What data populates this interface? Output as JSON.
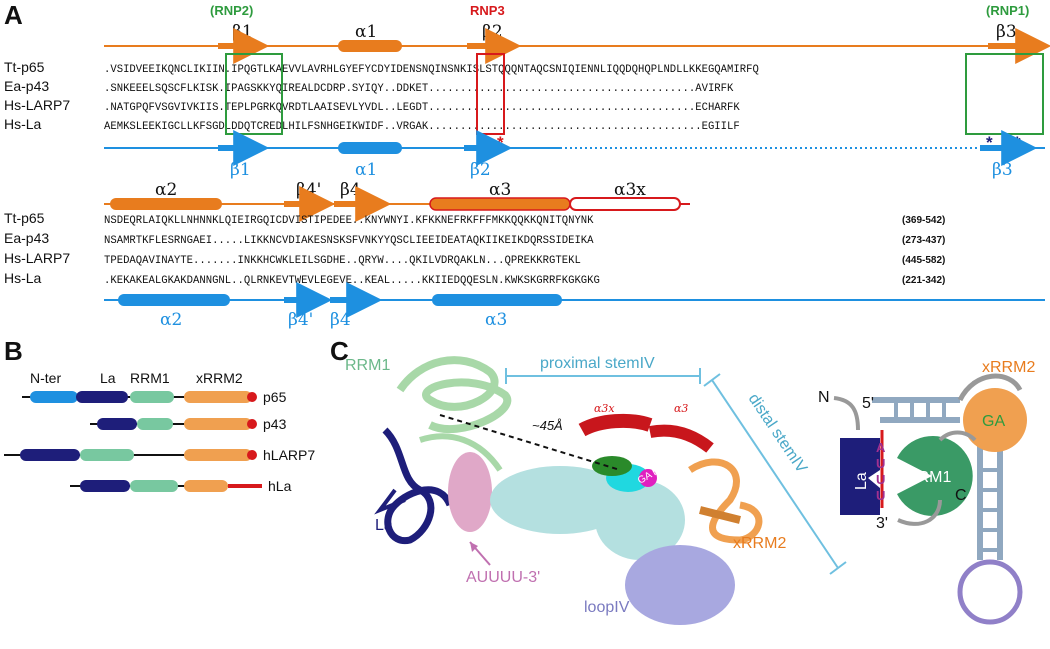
{
  "panelA": {
    "label": "A",
    "block1": {
      "sequences": [
        {
          "name": "Tt-p65",
          "seq": ".VSIDVEEIKQNCLIKIIN.IPQGTLKAEVVLAVRHLGYEFYCDYIDENSNQINSNKISLSTQQQNTAQCSNIQIENNLIQQDQHQPLNDLLKKEGQAMIRFQ"
        },
        {
          "name": "Ea-p43",
          "seq": ".SNKEEELSQSCFLKISK.IPAGSKKYQIREALDCDRP.SYIQY..DDKET..........................................AVIRFK"
        },
        {
          "name": "Hs-LARP7",
          "seq": ".NATGPQFVSGVIVKIIS.TEPLPGRKQVRDTLAAISEVLYVDL..LEGDT..........................................ECHARFK"
        },
        {
          "name": "Hs-La",
          "seq": "AEMKSLEEKIGCLLKFSGDLDDQTCREDLHILFSNHGEIKWIDF..VRGAK...........................................EGIILF"
        }
      ],
      "top_ss": [
        {
          "label": "(RNP2)",
          "color": "#2e9b3e"
        },
        {
          "label": "β1"
        },
        {
          "label": "α1"
        },
        {
          "label": "RNP3",
          "color": "#d7191c"
        },
        {
          "label": "β2"
        },
        {
          "label": "(RNP1)",
          "color": "#2e9b3e"
        },
        {
          "label": "β3"
        }
      ],
      "bottom_ss": [
        {
          "label": "β1"
        },
        {
          "label": "α1"
        },
        {
          "label": "β2"
        },
        {
          "label": "β3"
        }
      ],
      "conserved_marks": [
        "*",
        "*",
        "*",
        "*",
        "*"
      ]
    },
    "block2": {
      "sequences": [
        {
          "name": "Tt-p65",
          "seq": "NSDEQRLAIQKLLNHNNKLQIEIRGQICDVISTIPEDEE..KNYWNYI.KFKKNEFRKFFFMKKQQKKQNITQNYNK",
          "range": "(369-542)"
        },
        {
          "name": "Ea-p43",
          "seq": "NSAMRTKFLESRNGAEI.....LIKKNCVDIAKESNSKSFVNKYYQSCLIEEIDEATAQKIIKEIKDQRSSIDEIKA",
          "range": "(273-437)"
        },
        {
          "name": "Hs-LARP7",
          "seq": "TPEDAQAVINAYTE.......INKKHCWKLEILSGDHE..QRYW....QKILVDRQAKLN...QPREKKRGTEKL",
          "range": "(445-582)"
        },
        {
          "name": "Hs-La",
          "seq": ".KEKAKEALGKAKDANNGNL..QLRNKEVTWEVLEGEVE..KEAL.....KKIIEDQQESLN.KWKSKGRRFKGKGKG",
          "range": "(221-342)"
        }
      ],
      "top_ss": [
        {
          "label": "α2"
        },
        {
          "label": "β4'"
        },
        {
          "label": "β4"
        },
        {
          "label": "α3"
        },
        {
          "label": "α3x"
        }
      ],
      "bottom_ss": [
        {
          "label": "α2"
        },
        {
          "label": "β4'"
        },
        {
          "label": "β4"
        },
        {
          "label": "α3"
        }
      ]
    }
  },
  "panelB": {
    "label": "B",
    "headers": [
      "N-ter",
      "La",
      "RRM1",
      "xRRM2"
    ],
    "proteins": [
      "p65",
      "p43",
      "hLARP7",
      "hLa"
    ]
  },
  "panelC": {
    "label": "C",
    "labels": {
      "rrm1": "RRM1",
      "proximal": "proximal stemIV",
      "distal": "distal stemIV",
      "distance": "~45Å",
      "a3x": "α3x",
      "a3": "α3",
      "bulge": "GA bulge",
      "la": "La",
      "auuuu": "AUUUU-3'",
      "xrrm2": "xRRM2",
      "loop": "loopIV"
    },
    "schematic": {
      "n": "N",
      "five": "5'",
      "three": "3'",
      "c": "C",
      "la": "La",
      "rrm1": "RRM1",
      "xrrm2": "xRRM2",
      "ga": "GA",
      "letters": [
        "A",
        "U",
        "U",
        "U"
      ]
    }
  },
  "colors": {
    "orange": "#e87c1e",
    "blue": "#1e90e0",
    "green": "#2e9b3e",
    "red": "#d7191c",
    "navy": "#1e1e7a",
    "rrmGreen": "#3a9a66",
    "lightGreen": "#78c8a0",
    "cyan": "#6fc0e0",
    "purple": "#9090d0",
    "pink": "#c070b0"
  }
}
